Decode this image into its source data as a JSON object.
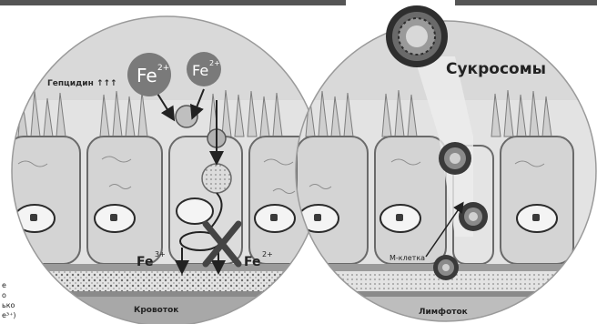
{
  "left_panel": {
    "hepcidin_label": "Гепцидин ↑↑↑",
    "fe2_top_a": "Fe",
    "fe2_top_a_sup": "2+",
    "fe2_top_b": "Fe",
    "fe2_top_b_sup": "2+",
    "fe3_bottom": "Fe",
    "fe3_bottom_sup": "3+",
    "fe2_bottom": "Fe",
    "fe2_bottom_sup": "2+",
    "bloodstream_label": "Кровоток"
  },
  "right_panel": {
    "title": "Сукросомы",
    "m_cell_label": "М-клетка",
    "lymph_label": "Лимфоток"
  },
  "margin_fragments": {
    "line1": "е",
    "line2": "о",
    "line3": "ько",
    "line4": "e³⁺)"
  },
  "colors": {
    "ink": "#2b2b2b",
    "gray_dark": "#555555",
    "gray_mid": "#8c8c8c",
    "gray_light": "#c8c8c8",
    "bubble": "#7a7a7a"
  }
}
